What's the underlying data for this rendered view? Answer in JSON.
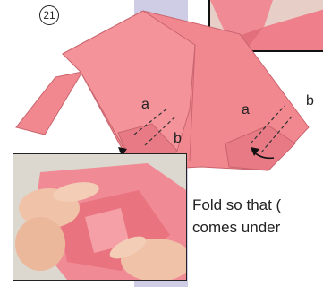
{
  "step": {
    "number": "21"
  },
  "diagram": {
    "labels": [
      "a",
      "b",
      "a",
      "b"
    ]
  },
  "caption": {
    "line1": "Fold so that (",
    "line2": "comes under"
  },
  "colors": {
    "paper": "#f2888f",
    "paper_dark": "#e26b76",
    "background_band": "#cfcde6",
    "skin": "#f0c2a8",
    "arrow": "#111111"
  }
}
